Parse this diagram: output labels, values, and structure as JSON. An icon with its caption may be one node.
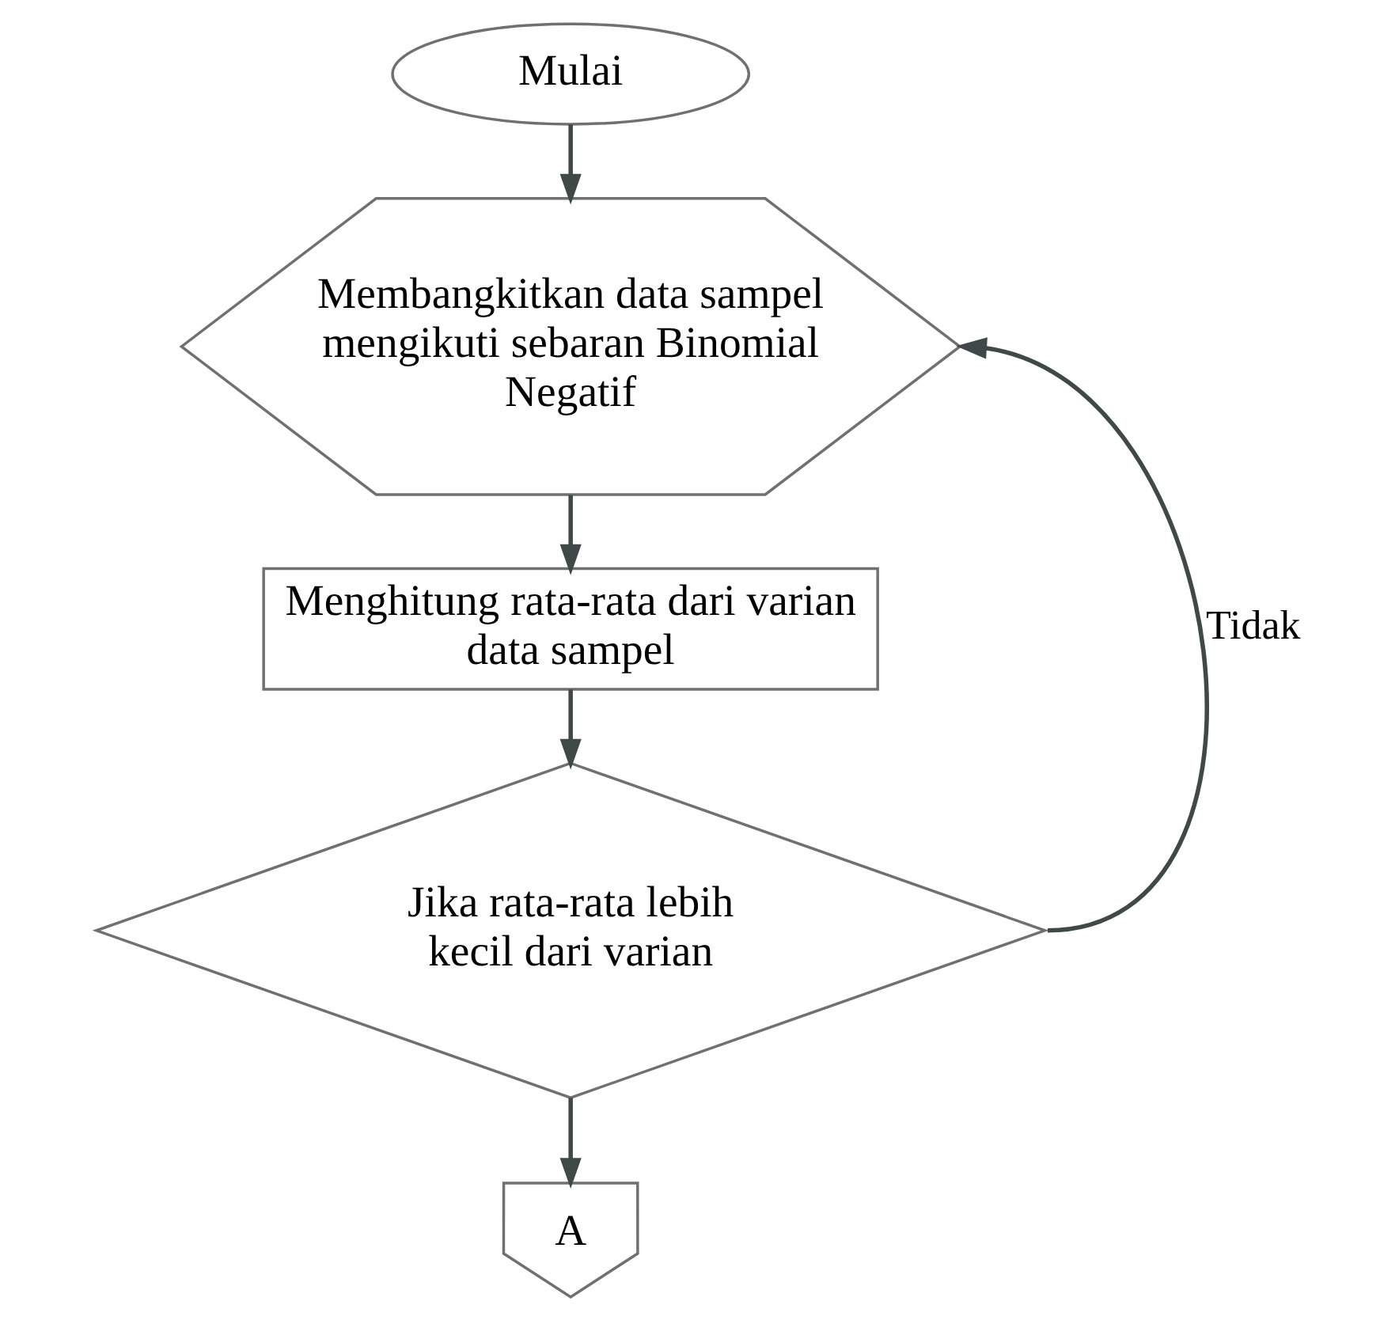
{
  "diagram": {
    "nodes": [
      {
        "text": [
          "Mulai"
        ]
      },
      {
        "text": [
          "Membangkitkan data sampel mengikuti sebaran Binomial Negatif"
        ]
      },
      {
        "text": [
          "Menghitung rata-rata dari varian data sampel"
        ]
      },
      {
        "text": [
          "Jika rata-rata lebih kecil dari varian"
        ]
      },
      {
        "text": [
          "A"
        ]
      }
    ],
    "edges": [
      {
        "from": 0,
        "to": 1,
        "arrow": "to"
      },
      {
        "from": 1,
        "to": 2,
        "arrow": "to"
      },
      {
        "from": 2,
        "to": 3,
        "arrow": "to"
      },
      {
        "from": 3,
        "to": 1,
        "arrow": "to",
        "label": "Tidak"
      },
      {
        "from": 3,
        "to": 4,
        "arrow": "to"
      }
    ]
  }
}
